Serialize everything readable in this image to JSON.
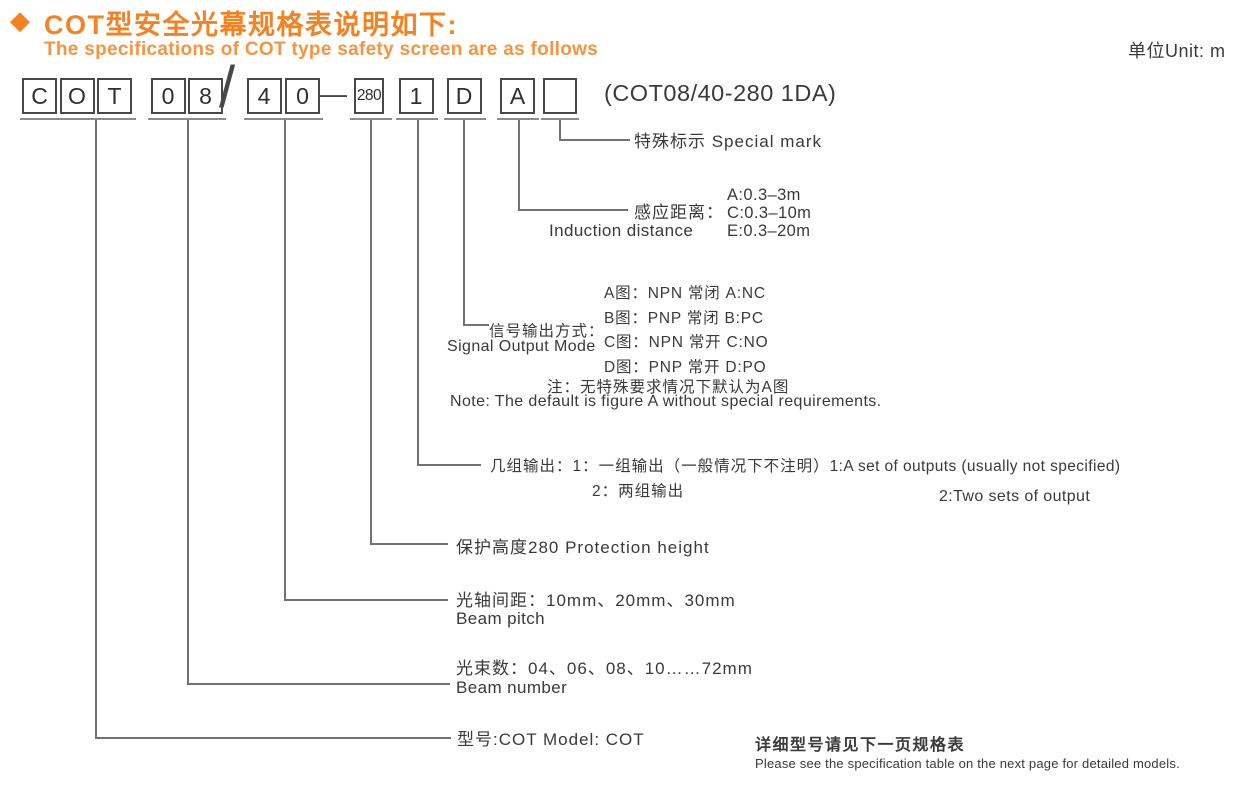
{
  "header": {
    "title_cn": "COT型安全光幕规格表说明如下:",
    "title_en": "The specifications of COT type safety screen are as follows",
    "unit": "单位Unit: m",
    "accent_color": "#F58220",
    "diamond_icon": "◆"
  },
  "model_code": {
    "boxes": [
      "C",
      "O",
      "T",
      "0",
      "8",
      "4",
      "0",
      "280",
      "1",
      "D",
      "A",
      ""
    ],
    "separators": {
      "slash": "/",
      "dash": "—"
    },
    "example": "(COT08/40-280 1DA)"
  },
  "annotations": {
    "special_mark": {
      "label": "特殊标示 Special mark"
    },
    "induction_distance": {
      "label_cn": "感应距离：",
      "label_en": "Induction distance",
      "values": [
        "A:0.3–3m",
        "C:0.3–10m",
        "E:0.3–20m"
      ]
    },
    "signal_output": {
      "label_cn": "信号输出方式：",
      "label_en": "Signal Output Mode",
      "modes": [
        "A图：NPN 常闭 A:NC",
        "B图：PNP 常闭 B:PC",
        "C图：NPN 常开 C:NO",
        "D图：PNP 常开 D:PO"
      ],
      "note_cn": "注：无特殊要求情况下默认为A图",
      "note_en": "Note: The default is figure A without special requirements."
    },
    "output_groups": {
      "label_cn": "几组输出：",
      "option1_cn": "1：一组输出（一般情况下不注明）",
      "option1_en": "1:A set of outputs (usually not specified)",
      "option2_cn": "2：两组输出",
      "option2_en": "2:Two sets of output"
    },
    "protection_height": {
      "label": "保护高度280 Protection height"
    },
    "beam_pitch": {
      "label_cn": "光轴间距：10mm、20mm、30mm",
      "label_en": "Beam pitch"
    },
    "beam_number": {
      "label_cn": "光束数：04、06、08、10……72mm",
      "label_en": "Beam number"
    },
    "model": {
      "label": "型号:COT Model: COT"
    }
  },
  "footer": {
    "note_cn": "详细型号请见下一页规格表",
    "note_en": "Please see the specification table on the next page for detailed models."
  }
}
